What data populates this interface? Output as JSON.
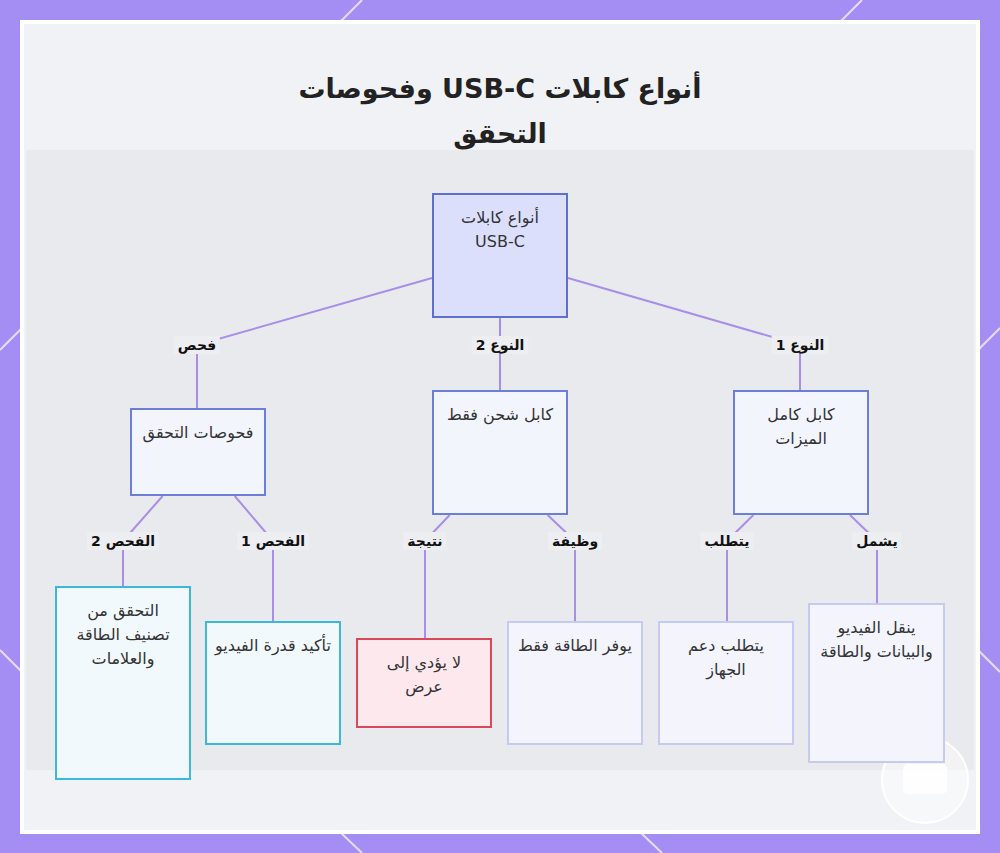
{
  "diagram": {
    "title": "أنواع كابلات USB-C وفحوصات التحقق",
    "nodes": [
      {
        "text": [
          "أنواع كابلات USB-C"
        ]
      },
      {
        "text": [
          "كابل كامل الميزات"
        ]
      },
      {
        "text": [
          "كابل شحن فقط"
        ]
      },
      {
        "text": [
          "فحوصات التحقق"
        ]
      },
      {
        "text": [
          "ينقل الفيديو والبيانات والطاقة"
        ]
      },
      {
        "text": [
          "يتطلب دعم الجهاز"
        ]
      },
      {
        "text": [
          "يوفر الطاقة فقط"
        ]
      },
      {
        "text": [
          "لا يؤدي إلى عرض"
        ]
      },
      {
        "text": [
          "تأكيد قدرة الفيديو"
        ]
      },
      {
        "text": [
          "التحقق من تصنيف الطاقة والعلامات"
        ]
      }
    ],
    "edges": [
      {
        "from": 0,
        "to": 1,
        "label": "النوع 1",
        "arrow": "none"
      },
      {
        "from": 0,
        "to": 2,
        "label": "النوع 2",
        "arrow": "none"
      },
      {
        "from": 0,
        "to": 3,
        "label": "فحص",
        "arrow": "none"
      },
      {
        "from": 1,
        "to": 4,
        "label": "يشمل",
        "arrow": "none"
      },
      {
        "from": 1,
        "to": 5,
        "label": "يتطلب",
        "arrow": "none"
      },
      {
        "from": 2,
        "to": 6,
        "label": "وظيفة",
        "arrow": "none"
      },
      {
        "from": 2,
        "to": 7,
        "label": "نتيجة",
        "arrow": "none"
      },
      {
        "from": 3,
        "to": 8,
        "label": "الفحص 1",
        "arrow": "none"
      },
      {
        "from": 3,
        "to": 9,
        "label": "الفحص 2",
        "arrow": "none"
      }
    ]
  }
}
